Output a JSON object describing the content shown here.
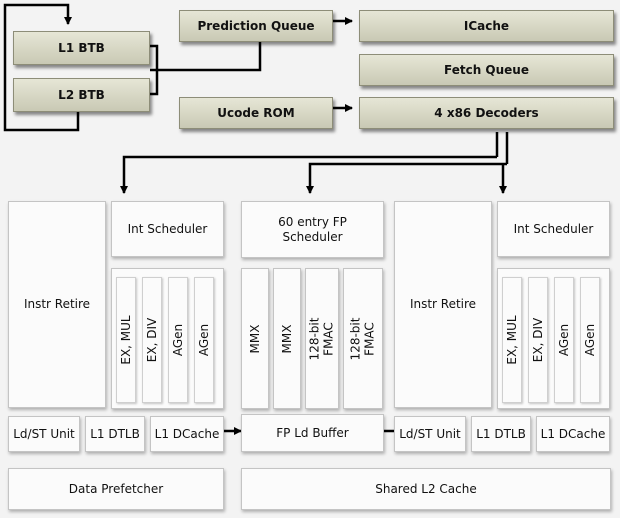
{
  "frontend": {
    "l1_btb": "L1 BTB",
    "l2_btb": "L2 BTB",
    "prediction_queue": "Prediction Queue",
    "icache": "ICache",
    "fetch_queue": "Fetch Queue",
    "ucode_rom": "Ucode ROM",
    "decoders": "4 x86 Decoders"
  },
  "int_cluster_left": {
    "instr_retire": "Instr Retire",
    "scheduler": "Int Scheduler",
    "units": [
      "EX, MUL",
      "EX, DIV",
      "AGen",
      "AGen"
    ],
    "ldst": "Ld/ST Unit",
    "dtlb": "L1 DTLB",
    "dcache": "L1 DCache"
  },
  "fp_cluster": {
    "scheduler_line1": "60 entry FP",
    "scheduler_line2": "Scheduler",
    "units": [
      {
        "line1": "MMX",
        "line2": ""
      },
      {
        "line1": "MMX",
        "line2": ""
      },
      {
        "line1": "128-bit",
        "line2": "FMAC"
      },
      {
        "line1": "128-bit",
        "line2": "FMAC"
      }
    ],
    "ld_buffer": "FP Ld Buffer"
  },
  "int_cluster_right": {
    "instr_retire": "Instr Retire",
    "scheduler": "Int Scheduler",
    "units": [
      "EX, MUL",
      "EX, DIV",
      "AGen",
      "AGen"
    ],
    "ldst": "Ld/ST Unit",
    "dtlb": "L1 DTLB",
    "dcache": "L1 DCache"
  },
  "bottom": {
    "data_prefetcher": "Data Prefetcher",
    "shared_l2": "Shared L2 Cache"
  },
  "colors": {
    "frontend_fill": "#d9d9c6",
    "block_fill": "#fbfbfb",
    "wire": "#000000"
  }
}
